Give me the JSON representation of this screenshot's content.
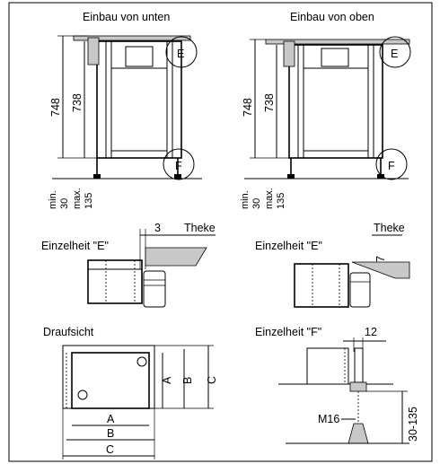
{
  "views": {
    "left_title": "Einbau von unten",
    "right_title": "Einbau von oben"
  },
  "dimensions": {
    "overall_height": "748",
    "body_height": "738",
    "min_label": "min.",
    "min_value": "30",
    "max_label": "max.",
    "max_value": "135"
  },
  "callouts": {
    "detail_e_letter": "E",
    "detail_f_letter": "F"
  },
  "detail_e_left": {
    "title": "Einzelheit \"E\"",
    "gap": "3",
    "counter": "Theke"
  },
  "detail_e_right": {
    "title": "Einzelheit \"E\"",
    "gap": "7",
    "counter": "Theke"
  },
  "top_view": {
    "title": "Draufsicht",
    "a": "A",
    "b": "B",
    "c": "C"
  },
  "detail_f": {
    "title": "Einzelheit \"F\"",
    "width": "12",
    "thread": "M16",
    "range": "30-135"
  }
}
